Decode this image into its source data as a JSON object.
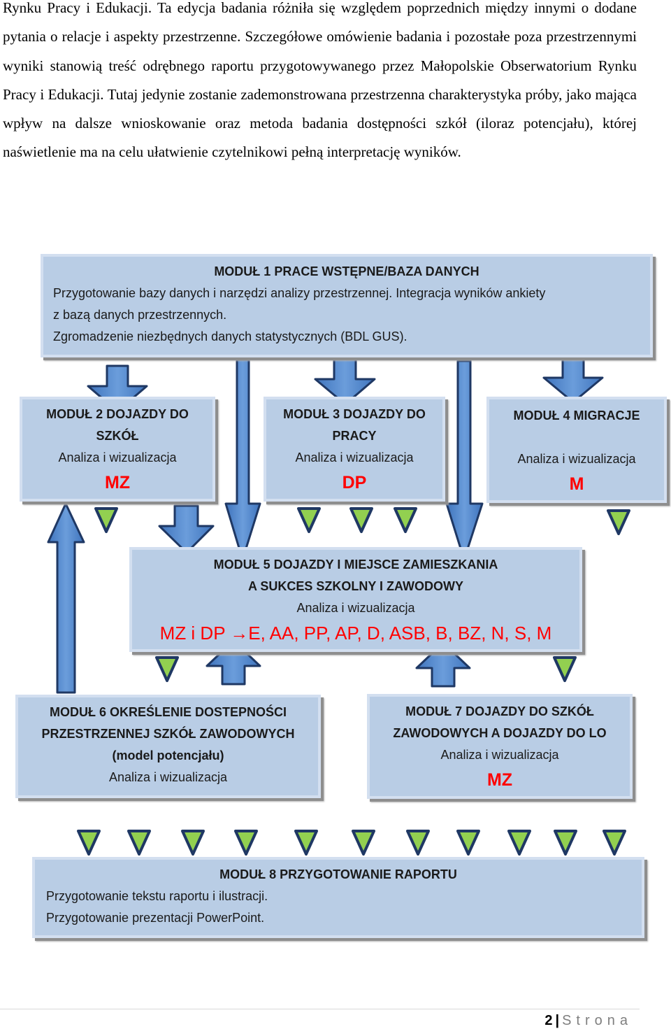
{
  "paragraph": {
    "text": "Rynku Pracy i Edukacji. Ta edycja badania różniła się względem poprzednich między innymi o dodane pytania o relacje i aspekty przestrzenne. Szczegółowe omówienie badania i pozostałe poza przestrzennymi wyniki stanowią treść odrębnego raportu przygotowywanego przez Małopolskie Obserwatorium Rynku Pracy i Edukacji. Tutaj jedynie zostanie zademonstrowana przestrzenna charakterystyka próby, jako mająca wpływ na dalsze wnioskowanie oraz metoda badania dostępności szkół (iloraz potencjału), której naświetlenie ma na celu ułatwienie czytelnikowi pełną interpretację wyników."
  },
  "colors": {
    "box_fill": "#b9cde5",
    "box_border": "#d3dff0",
    "arrow_blue": "#5b8fd0",
    "arrow_outline": "#1f3864",
    "triangle_green": "#92d050",
    "code_red": "#ff0000"
  },
  "diagram": {
    "module1": {
      "title": "MODUŁ 1 PRACE WSTĘPNE/BAZA DANYCH",
      "line1": "Przygotowanie bazy danych i narzędzi analizy przestrzennej. Integracja wyników ankiety",
      "line2": "z bazą danych przestrzennych.",
      "line3": "Zgromadzenie niezbędnych danych statystycznych (BDL GUS)."
    },
    "module2": {
      "title_line1": "MODUŁ 2 DOJAZDY DO",
      "title_line2": "SZKÓŁ",
      "subtitle": "Analiza i wizualizacja",
      "code": "MZ"
    },
    "module3": {
      "title_line1": "MODUŁ 3 DOJAZDY DO",
      "title_line2": "PRACY",
      "subtitle": "Analiza i wizualizacja",
      "code": "DP"
    },
    "module4": {
      "title": "MODUŁ 4 MIGRACJE",
      "subtitle": "Analiza i wizualizacja",
      "code": "M"
    },
    "module5": {
      "title_line1": "MODUŁ 5 DOJAZDY I MIEJSCE ZAMIESZKANIA",
      "title_line2": "A SUKCES SZKOLNY I ZAWODOWY",
      "subtitle": "Analiza i wizualizacja",
      "code": "MZ i DP →E, AA, PP, AP, D, ASB, B, BZ, N, S, M"
    },
    "module6": {
      "title_line1": "MODUŁ 6 OKREŚLENIE DOSTEPNOŚCI",
      "title_line2": "PRZESTRZENNEJ SZKÓŁ ZAWODOWYCH",
      "title_line3": "(model potencjału)",
      "subtitle": "Analiza i wizualizacja"
    },
    "module7": {
      "title_line1": "MODUŁ 7 DOJAZDY DO SZKÓŁ",
      "title_line2": "ZAWODOWYCH A DOJAZDY DO LO",
      "subtitle": "Analiza i wizualizacja",
      "code": "MZ"
    },
    "module8": {
      "title": "MODUŁ 8 PRZYGOTOWANIE RAPORTU",
      "line1": "Przygotowanie tekstu raportu i ilustracji.",
      "line2": "Przygotowanie prezentacji PowerPoint."
    }
  },
  "footer": {
    "page_number": "2",
    "separator": "|",
    "page_word": "Strona"
  }
}
